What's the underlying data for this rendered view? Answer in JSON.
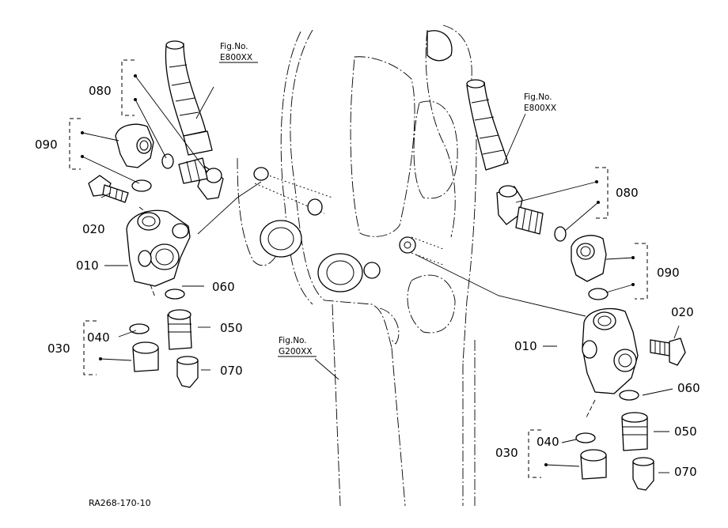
{
  "figure_code": "RA268-170-10",
  "references": {
    "fig_no_label": "Fig.No.",
    "e800_left": "E800XX",
    "e800_right": "E800XX",
    "g200": "G200XX"
  },
  "callouts_left": {
    "p080": "080",
    "p090": "090",
    "p020": "020",
    "p010": "010",
    "p060": "060",
    "p050": "050",
    "p040": "040",
    "p030": "030",
    "p070": "070"
  },
  "callouts_right": {
    "p080": "080",
    "p090": "090",
    "p020": "020",
    "p010": "010",
    "p060": "060",
    "p050": "050",
    "p040": "040",
    "p030": "030",
    "p070": "070"
  }
}
